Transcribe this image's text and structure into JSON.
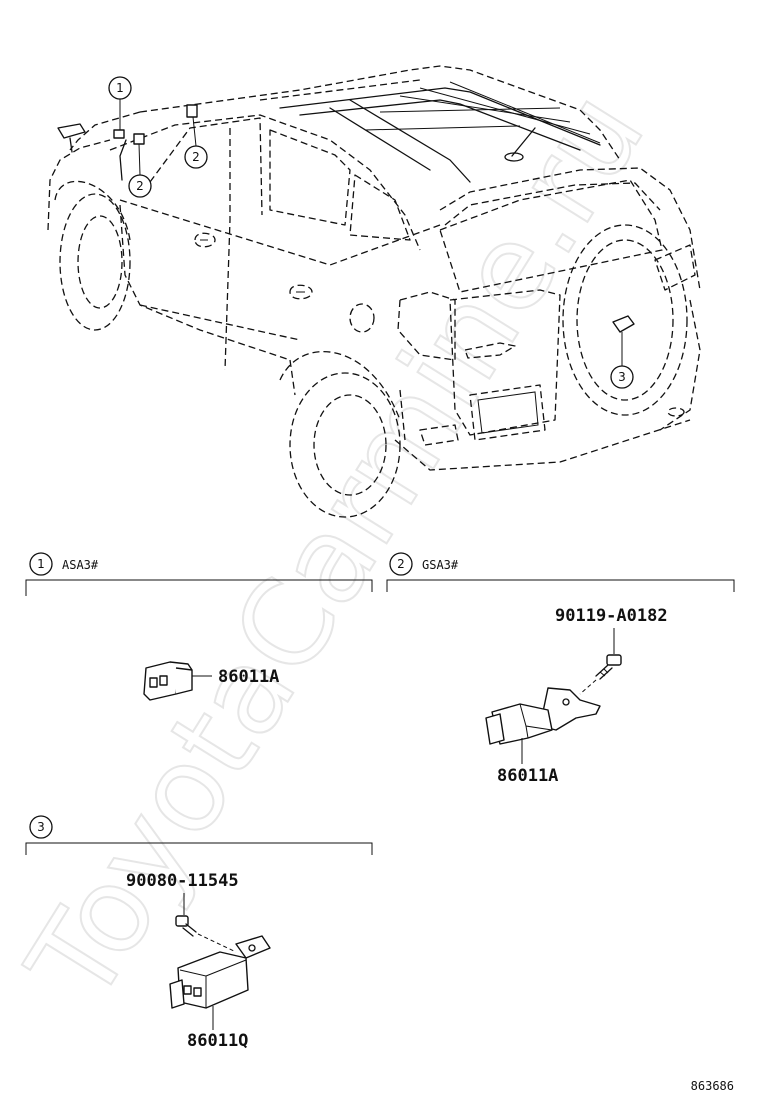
{
  "watermark": "ToyotaCarmine.ru",
  "diagram_id": "863686",
  "callouts": {
    "one": "1",
    "two_a": "2",
    "two_b": "2",
    "three": "3"
  },
  "sections": [
    {
      "number": "1",
      "code": "ASA3#",
      "parts": [
        "86011A"
      ]
    },
    {
      "number": "2",
      "code": "GSA3#",
      "parts": [
        "90119-A0182",
        "86011A"
      ]
    },
    {
      "number": "3",
      "code": "",
      "parts": [
        "90080-11545",
        "86011Q"
      ]
    }
  ]
}
